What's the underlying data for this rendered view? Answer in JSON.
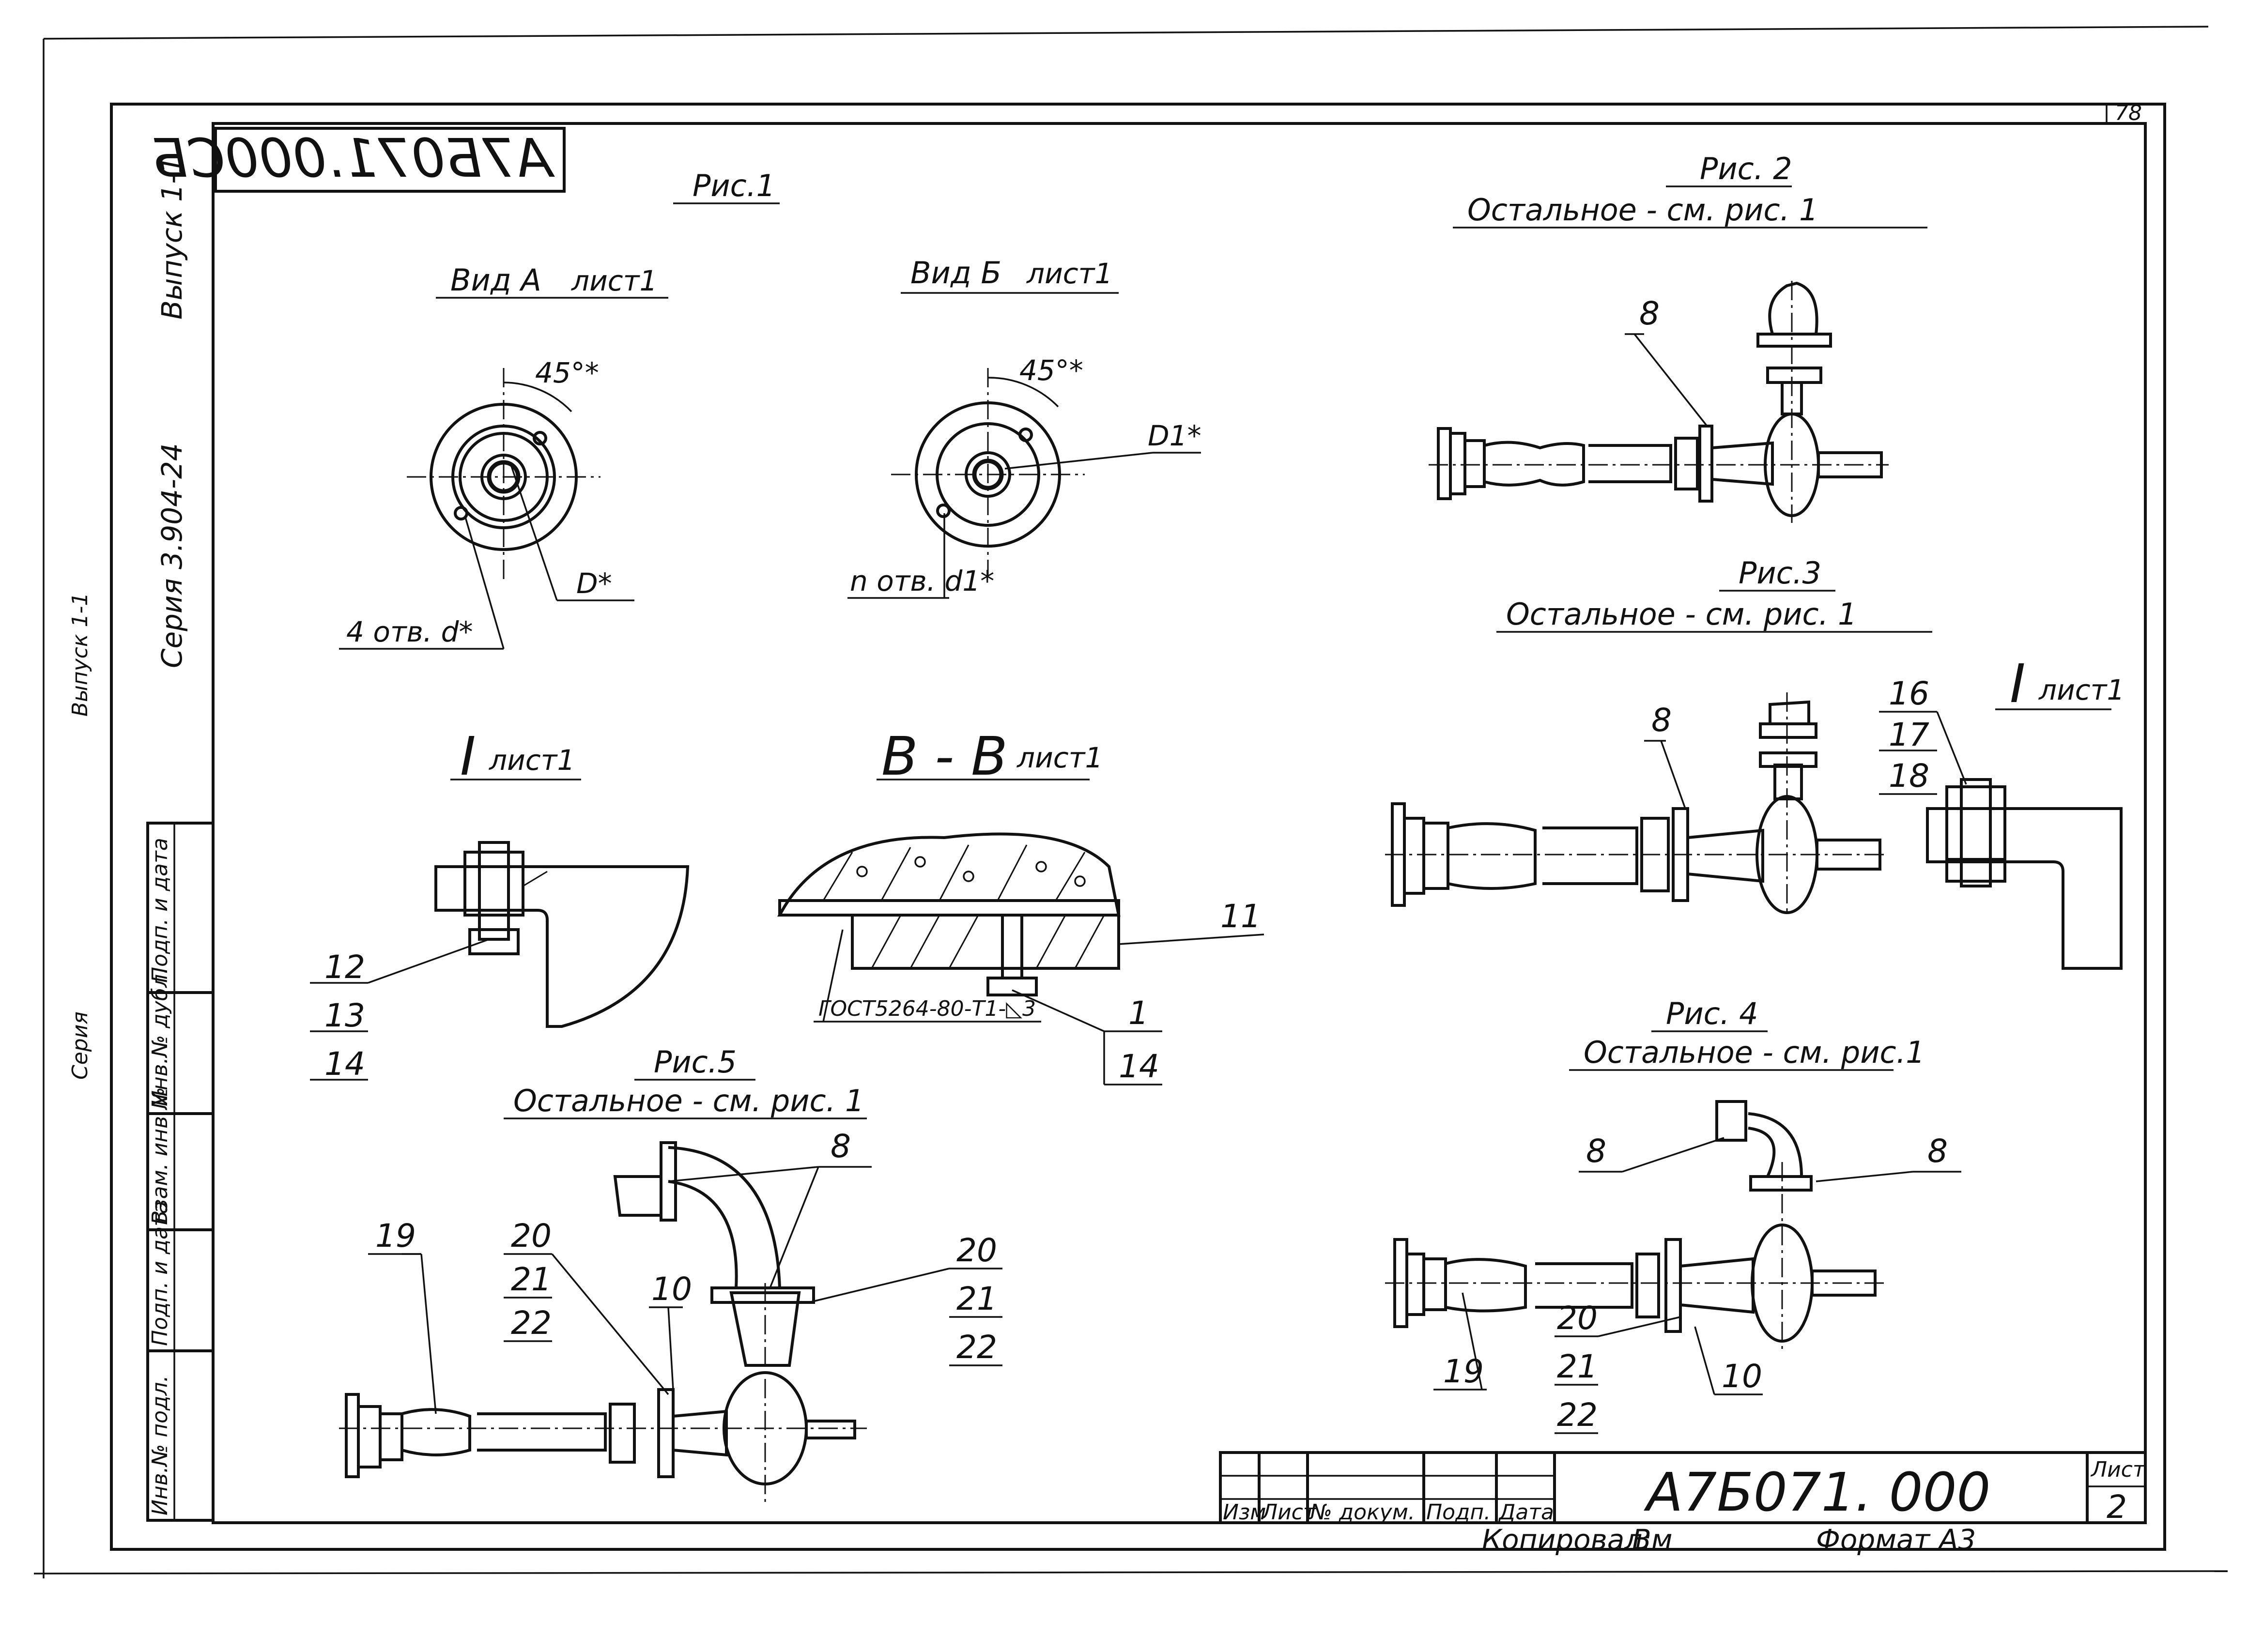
{
  "sheet_number_top": "78",
  "stamp_code_mirrored": "А7Б071.000СБ",
  "side": {
    "vypusk": "Выпуск 1-1",
    "seriya": "Серия 3.904-24",
    "vypusk_outer": "Выпуск 1-1",
    "seriya_outer": "Серия",
    "fields": [
      "Подп. и дата",
      "Инв.№ дубл.",
      "Взам. инв.№",
      "Подп. и дата",
      "Инв.№ подл."
    ]
  },
  "fig1": {
    "title": "Рис.1",
    "view_a": {
      "title": "Вид А",
      "sheet": "лист1",
      "angle": "45°*",
      "holes": "4 отв. d*",
      "diameter": "D*"
    },
    "view_b": {
      "title": "Вид Б",
      "sheet": "лист1",
      "angle": "45°*",
      "holes": "n отв. d1*",
      "diameter": "D1*"
    },
    "detail_i": {
      "title": "I",
      "sheet": "лист1",
      "items": [
        "12",
        "13",
        "14"
      ]
    },
    "section_vv": {
      "title": "В - В",
      "sheet": "лист1",
      "weld": "ГОСТ5264-80-Т1-◺3",
      "item_top": "11",
      "items": [
        "1",
        "14"
      ]
    }
  },
  "fig2": {
    "title": "Рис. 2",
    "subtitle": "Остальное - см. рис. 1",
    "item": "8"
  },
  "fig3": {
    "title": "Рис.3",
    "subtitle": "Остальное - см. рис. 1",
    "item": "8",
    "detail": {
      "title": "I",
      "sheet": "лист1",
      "items": [
        "16",
        "17",
        "18"
      ]
    }
  },
  "fig4": {
    "title": "Рис. 4",
    "subtitle": "Остальное - см. рис.1",
    "items": {
      "left8": "8",
      "right8": "8",
      "i19": "19",
      "i10": "10",
      "stack": [
        "20",
        "21",
        "22"
      ]
    }
  },
  "fig5": {
    "title": "Рис.5",
    "subtitle": "Остальное - см. рис. 1",
    "items": {
      "i19": "19",
      "i8": "8",
      "i10": "10",
      "left_stack": [
        "20",
        "21",
        "22"
      ],
      "right_stack": [
        "20",
        "21",
        "22"
      ]
    }
  },
  "title_block": {
    "code": "А7Б071. 000",
    "cols": [
      "Изм",
      "Лист",
      "№ докум.",
      "Подп.",
      "Дата"
    ],
    "sheet_label": "Лист",
    "sheet_value": "2",
    "copied": "Копировал:",
    "copied_sign": "Вм",
    "format": "Формат А3"
  }
}
